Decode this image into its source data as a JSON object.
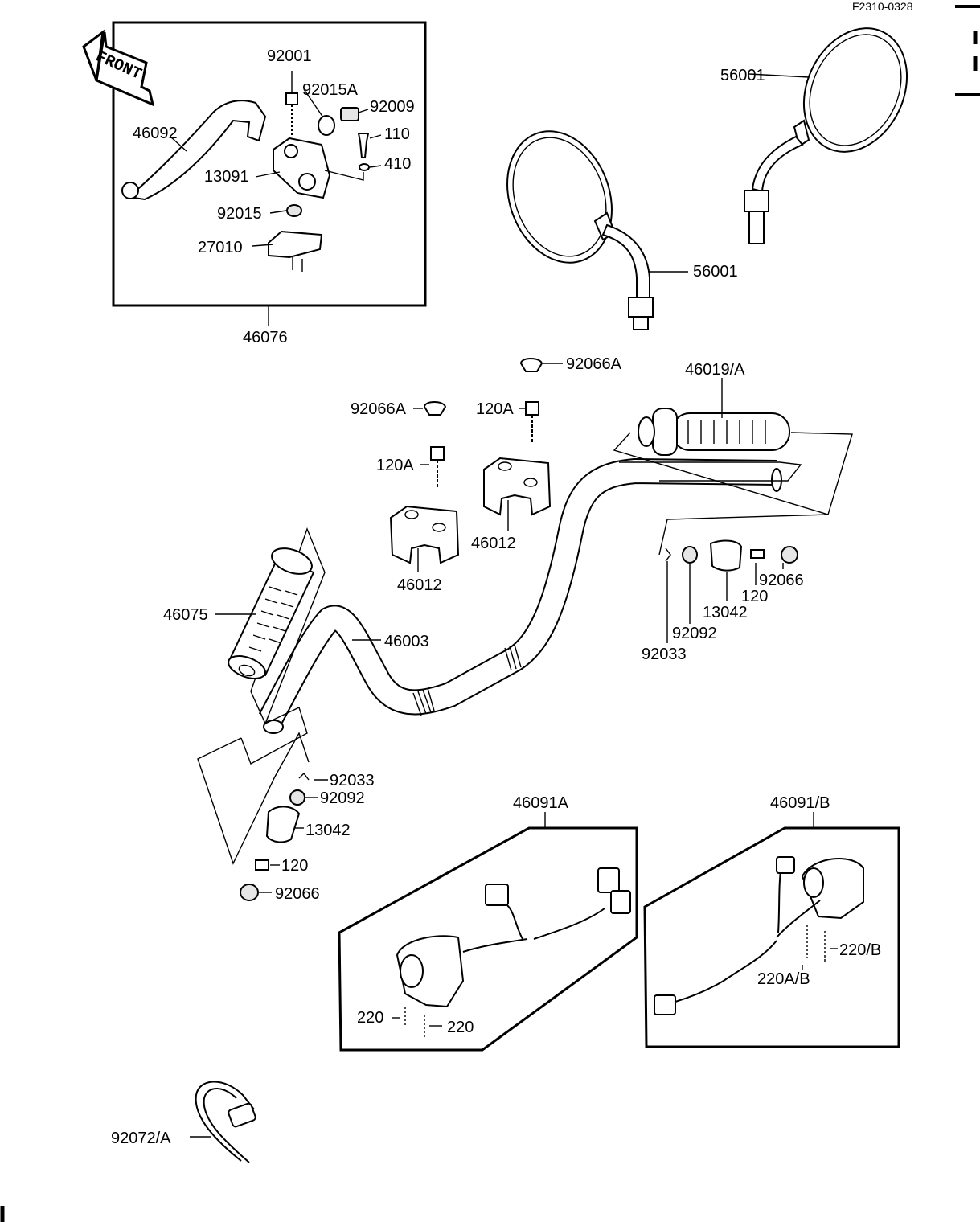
{
  "diagram": {
    "ref_code": "F2310-0328",
    "front_label": "FRONT",
    "labels": {
      "p92001": "92001",
      "p92015A": "92015A",
      "p92009": "92009",
      "p46092": "46092",
      "p110": "110",
      "p410": "410",
      "p13091": "13091",
      "p92015": "92015",
      "p27010": "27010",
      "p46076": "46076",
      "p56001_top": "56001",
      "p56001_mid": "56001",
      "p92066A_top": "92066A",
      "p46019A": "46019/A",
      "p92066A_left": "92066A",
      "p120A_top": "120A",
      "p120A_left": "120A",
      "p46012_right": "46012",
      "p46012_left": "46012",
      "p46075": "46075",
      "p46003": "46003",
      "p92066_right": "92066",
      "p120_right": "120",
      "p13042_right": "13042",
      "p92092_right": "92092",
      "p92033_right": "92033",
      "p92033_left": "92033",
      "p92092_left": "92092",
      "p13042_left": "13042",
      "p120_left": "120",
      "p92066_left": "92066",
      "p46091A": "46091A",
      "p46091B": "46091/B",
      "p220_a": "220",
      "p220_b": "220",
      "p220B": "220/B",
      "p220AB": "220A/B",
      "p92072A": "92072/A"
    }
  }
}
